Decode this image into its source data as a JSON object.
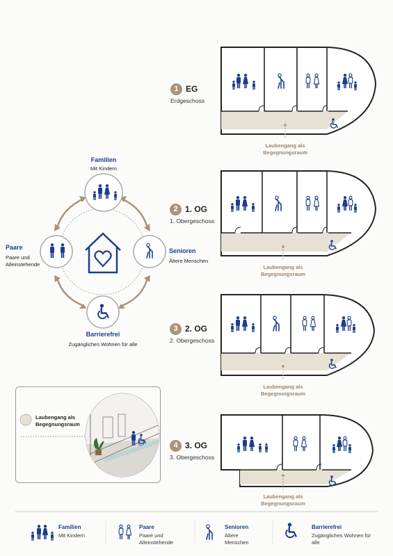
{
  "floors": [
    {
      "number": "1",
      "code": "EG",
      "name": "Erdgeschoss",
      "walkway": "Laubengang als Begegnungsraum"
    },
    {
      "number": "2",
      "code": "1. OG",
      "name": "1. Obergeschoss",
      "walkway": "Laubengang als Begegnungsraum"
    },
    {
      "number": "3",
      "code": "2. OG",
      "name": "2. Obergeschoss",
      "walkway": "Laubengang als Begegnungsraum"
    },
    {
      "number": "4",
      "code": "3. OG",
      "name": "3. Obergeschoss",
      "walkway": "Laubengang als Begegnungsraum"
    }
  ],
  "cycle": {
    "families": {
      "title": "Familien",
      "sub": "Mit Kindern"
    },
    "seniors": {
      "title": "Senioren",
      "sub": "Ältere Menschen"
    },
    "accessible": {
      "title": "Barrierefrei",
      "sub": "Zugängliches Wohnen für alle"
    },
    "couples": {
      "title": "Paare",
      "sub": "Paare und Alleinstehende"
    }
  },
  "callout": {
    "legend": "Laubengang als Begegnungsraum"
  },
  "legend": [
    {
      "title": "Familien",
      "sub": "Mit Kindern",
      "icon": "family-icon"
    },
    {
      "title": "Paare",
      "sub": "Paare und Alleinstehende",
      "icon": "couple-icon"
    },
    {
      "title": "Senioren",
      "sub": "Ältere Menschen",
      "icon": "senior-icon"
    },
    {
      "title": "Barrierefrei",
      "sub": "Zugängliches Wohnen für alle",
      "icon": "wheelchair-icon"
    }
  ],
  "colors": {
    "accent": "#a8937b",
    "blue": "#1d3e8a",
    "walkway": "#e7e1d4"
  }
}
